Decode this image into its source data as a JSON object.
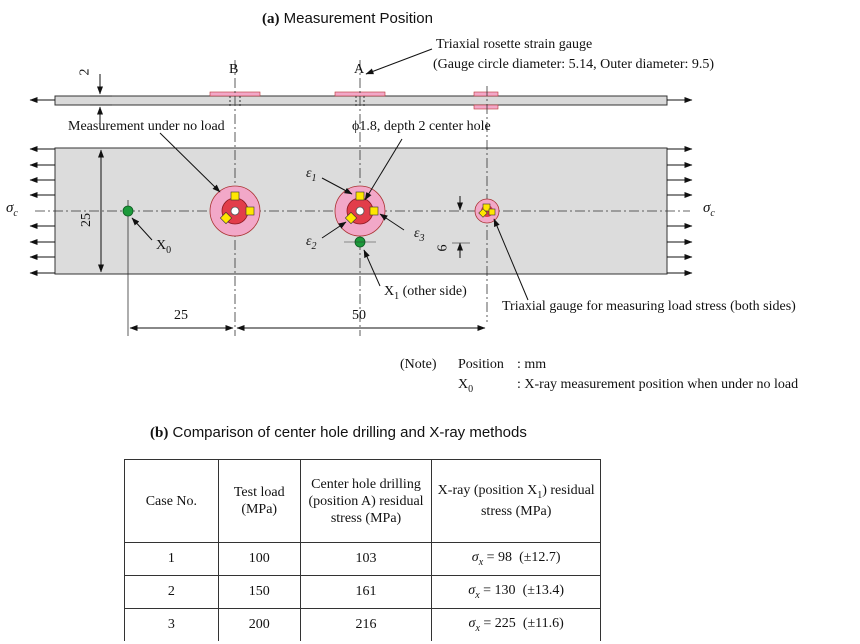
{
  "panel_a": {
    "letter": "(a)",
    "title": "Measurement Position"
  },
  "labels": {
    "rosette_line1": "Triaxial rosette strain gauge",
    "rosette_line2": "(Gauge circle diameter: 5.14, Outer diameter: 9.5)",
    "point_b": "B",
    "point_a": "A",
    "thickness": "2",
    "no_load": "Measurement under no load",
    "center_hole": "ϕ1.8, depth 2 center hole",
    "sigma_left": "σc",
    "sigma_right": "σc",
    "width": "25",
    "x0": "X0",
    "e1": "ε1",
    "e2": "ε2",
    "e3": "ε3",
    "offset": "6",
    "x1": "X1 (other side)",
    "load_gauge": "Triaxial gauge for measuring load stress (both sides)",
    "dim_25": "25",
    "dim_50": "50"
  },
  "note": {
    "prefix": "(Note)",
    "line1_key": "Position",
    "line1_value": ": mm",
    "line2_key": "X0",
    "line2_value": ": X-ray measurement position when under no load"
  },
  "panel_b": {
    "letter": "(b)",
    "title": "Comparison of center hole drilling and X-ray methods"
  },
  "table": {
    "headers": {
      "case": "Case No.",
      "load": "Test load (MPa)",
      "drill": "Center hole drilling (position A) residual stress (MPa)",
      "xray": "X-ray (position X1) residual stress (MPa)"
    },
    "rows": [
      {
        "case": "1",
        "load": "100",
        "drill": "103",
        "xray_value": "= 98",
        "xray_err": "(±12.7)"
      },
      {
        "case": "2",
        "load": "150",
        "drill": "161",
        "xray_value": "= 130",
        "xray_err": "(±13.4)"
      },
      {
        "case": "3",
        "load": "200",
        "drill": "216",
        "xray_value": "= 225",
        "xray_err": "(±11.6)"
      }
    ]
  },
  "colors": {
    "plate": "#dcdcdc",
    "gauge_outer": "#f2a8c8",
    "gauge_inner": "#e23d4a",
    "grid_square": "#ffe600",
    "xray_point": "#1c9a3b"
  }
}
